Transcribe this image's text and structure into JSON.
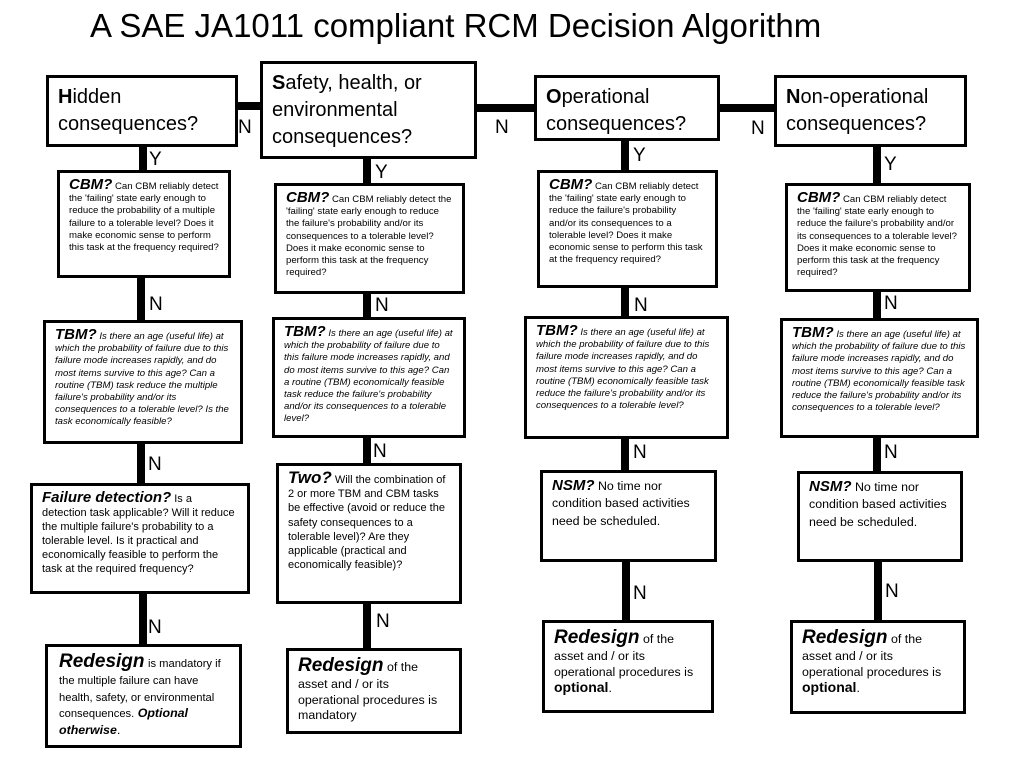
{
  "title": "A SAE JA1011 compliant RCM Decision Algorithm",
  "headers": {
    "hidden": {
      "initial": "H",
      "rest": "idden consequences?"
    },
    "safety": {
      "initial": "S",
      "rest": "afety, health, or environmental consequences?"
    },
    "operational": {
      "initial": "O",
      "rest": "perational consequences?"
    },
    "non_operational": {
      "initial": "N",
      "rest": "on-operational consequences?"
    }
  },
  "cbm": {
    "lead": "CBM?",
    "hidden": "Can CBM reliably detect the 'failing' state early enough to reduce the probability of a multiple failure to a tolerable level? Does it make economic sense to perform this task at the frequency required?",
    "safety": "Can CBM reliably detect the 'failing' state early enough to reduce the failure's probability and/or its consequences to a tolerable level? Does it make economic sense to perform this task at the frequency required?",
    "operational": "Can CBM reliably detect the 'failing' state early enough to reduce the failure's probability and/or its consequences to a tolerable level? Does it make economic sense to perform this task at the frequency required?",
    "non_operational": "Can CBM reliably detect the 'failing' state early enough to reduce the failure's probability and/or its consequences to a tolerable level? Does it make economic sense to perform this task at the frequency required?"
  },
  "tbm": {
    "lead": "TBM?",
    "hidden": "Is there an age (useful life) at which the probability of failure due to this failure mode increases rapidly, and do most items survive to this age? Can a routine (TBM) task reduce the multiple failure's probability and/or its consequences to a tolerable level? Is the task economically feasible?",
    "safety": "Is there an age (useful life) at which the probability of failure due to this failure mode increases rapidly, and do most items survive to this age? Can a routine (TBM) economically feasible task reduce the failure's probability and/or its consequences to a tolerable level?",
    "operational": "Is there an age (useful life) at which the probability of failure due to this failure mode increases rapidly, and do most items survive to this age? Can a routine (TBM) economically feasible task reduce the failure's probability and/or its consequences to a tolerable level?",
    "non_operational": "Is there an age (useful life) at which the probability of failure due to this failure mode increases rapidly, and do most items survive to this age? Can a routine (TBM) economically feasible task reduce the failure's probability and/or its consequences to a tolerable level?"
  },
  "failure_detection": {
    "lead": "Failure detection?",
    "text": "Is a detection task applicable? Will it reduce the multiple failure's probability to a tolerable level. Is it practical and economically feasible to perform the task at the required frequency?"
  },
  "two": {
    "lead": "Two?",
    "text": "Will the combination of 2 or more TBM and CBM tasks be effective (avoid or reduce the safety consequences to a tolerable level)? Are they applicable (practical and economically feasible)?"
  },
  "nsm": {
    "lead": "NSM?",
    "text": "No time nor condition based activities need be scheduled."
  },
  "redesign": {
    "lead": "Redesign",
    "hidden": {
      "text": "is mandatory if the multiple failure can have health, safety, or environmental consequences.",
      "emph": "Optional otherwise",
      "end": "."
    },
    "safety": {
      "text": "of the asset and / or its operational procedures is mandatory"
    },
    "operational": {
      "text": "of the asset and / or its operational procedures is",
      "strong": "optional",
      "end": "."
    },
    "non_operational": {
      "text": "of the asset and / or its operational procedures is",
      "strong": "optional",
      "end": "."
    }
  },
  "labels": {
    "yes": "Y",
    "no": "N"
  }
}
